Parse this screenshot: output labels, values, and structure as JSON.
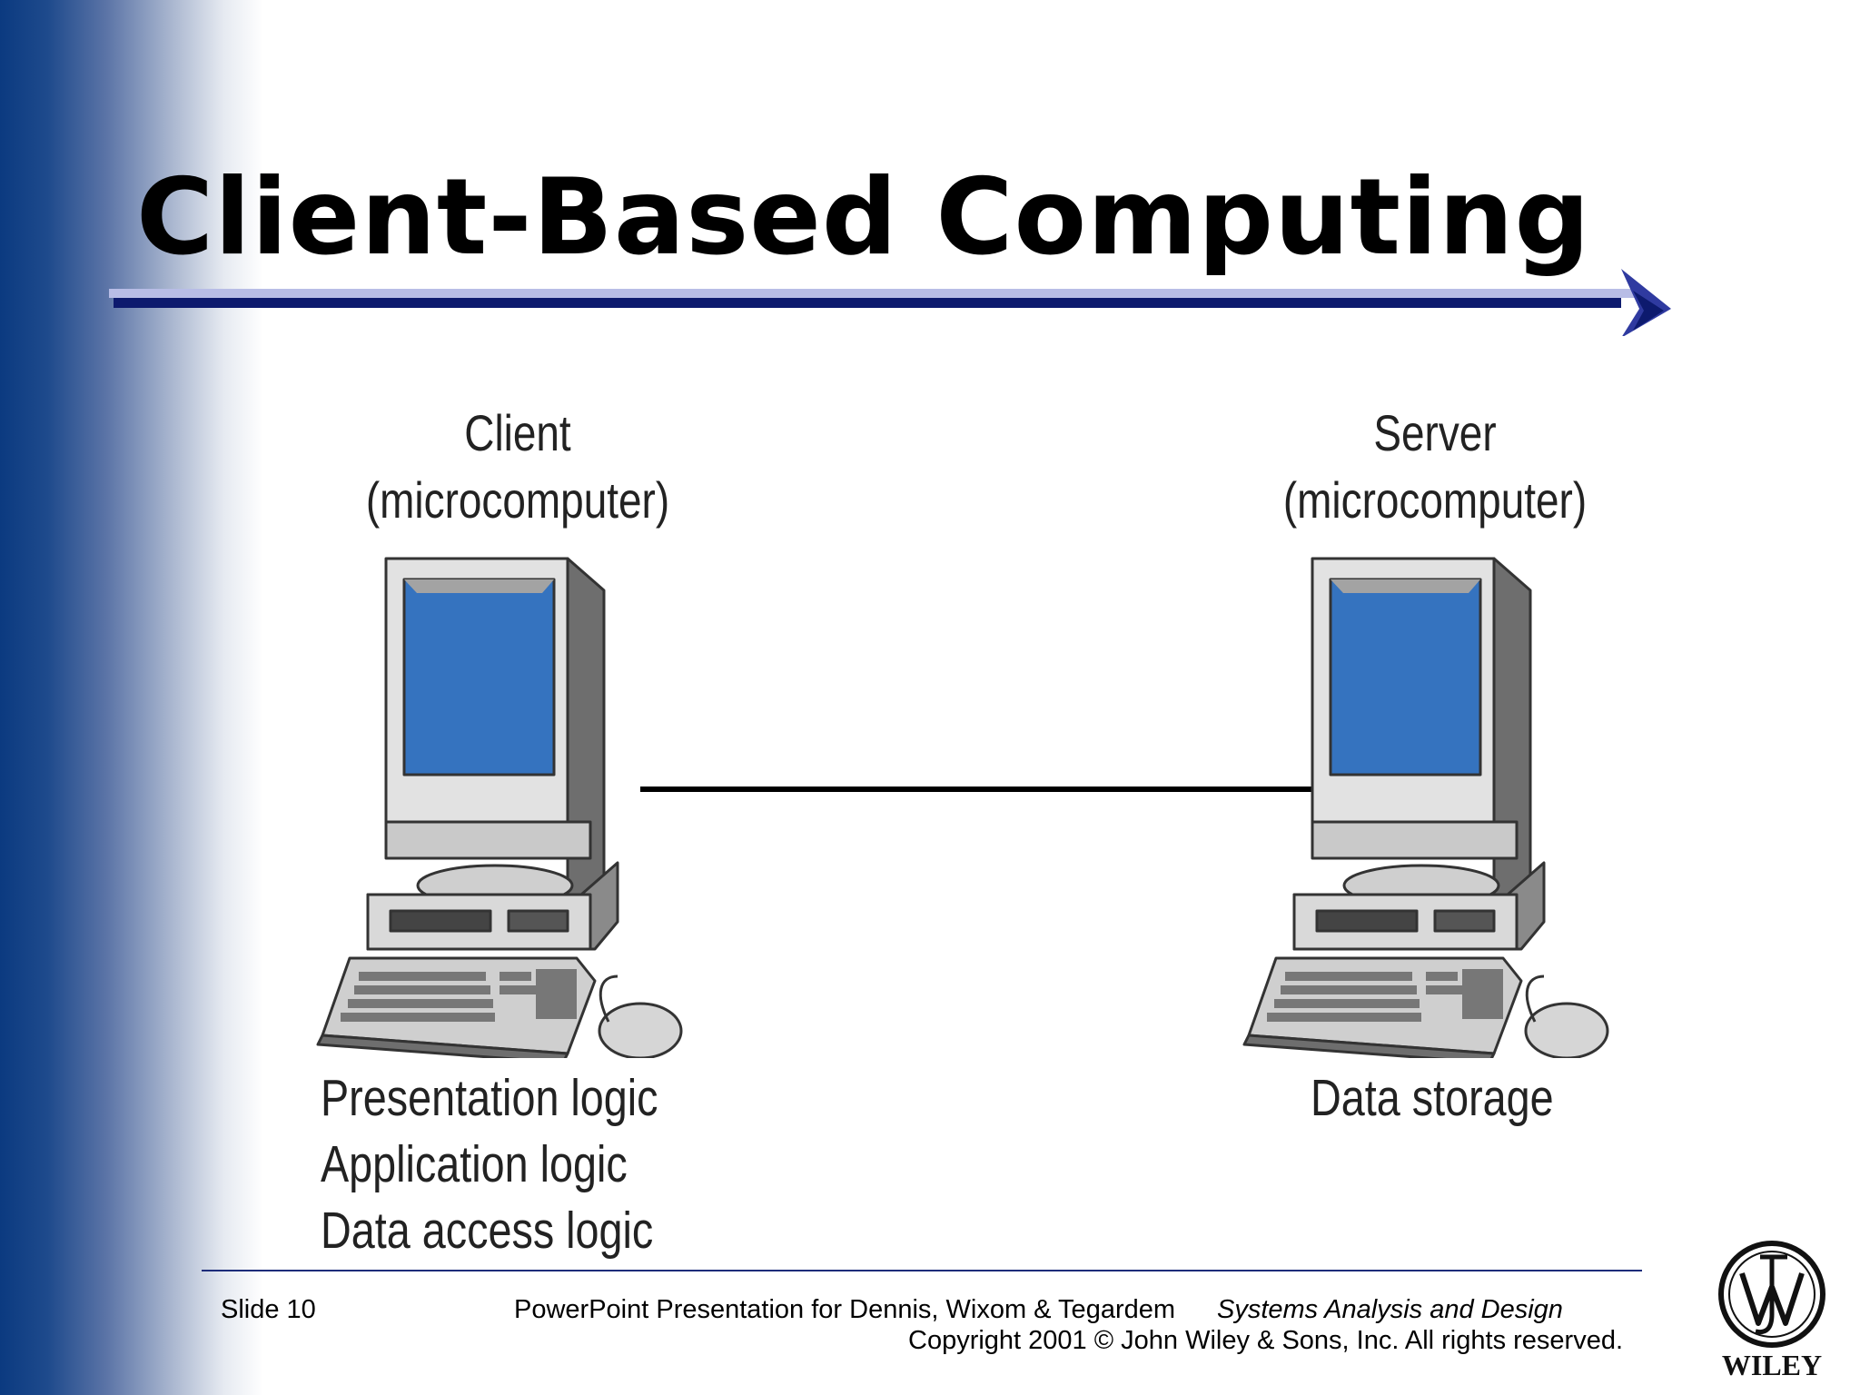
{
  "slide": {
    "title": "Client-Based Computing",
    "accent_color": "#0d1a6e",
    "gradient_color": "#0b3a80"
  },
  "diagram": {
    "client": {
      "label_line1": "Client",
      "label_line2": "(microcomputer)",
      "functions": [
        "Presentation logic",
        "Application logic",
        "Data access logic"
      ],
      "icon": "desktop-computer-icon"
    },
    "server": {
      "label_line1": "Server",
      "label_line2": "(microcomputer)",
      "functions": [
        "Data storage"
      ],
      "icon": "desktop-computer-icon"
    },
    "screen_color": "#3573bf"
  },
  "footer": {
    "slide_number": "Slide 10",
    "presentation_credit": "PowerPoint Presentation for Dennis, Wixom & Tegardem",
    "book_title": "Systems Analysis and Design",
    "copyright": "Copyright 2001 © John Wiley & Sons, Inc.  All rights reserved.",
    "publisher_logo_text": "WILEY"
  }
}
